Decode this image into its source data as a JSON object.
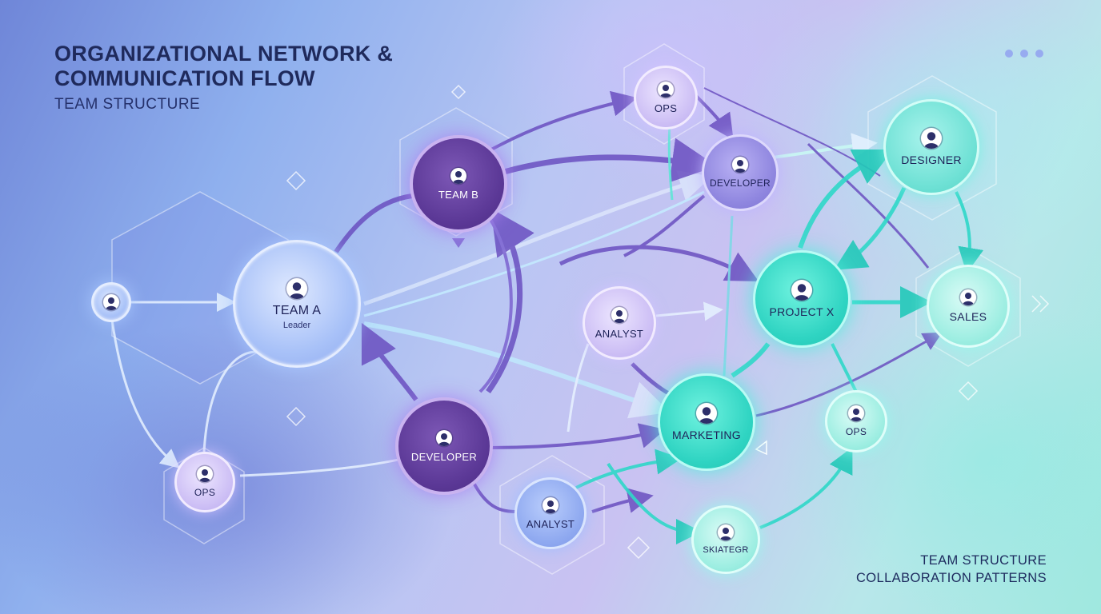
{
  "header": {
    "title_line1": "ORGANIZATIONAL NETWORK &",
    "title_line2": "COMMUNICATION FLOW",
    "subtitle": "TEAM STRUCTURE"
  },
  "footer": {
    "line1": "TEAM STRUCTURE",
    "line2": "COLLABORATION PATTERNS"
  },
  "nodes": {
    "team_a": {
      "label": "TEAM A",
      "sub": "Leader"
    },
    "team_b": {
      "label": "TEAM B"
    },
    "developer_left": {
      "label": "DEVELOPER"
    },
    "developer_top": {
      "label": "DEVELOPER"
    },
    "ops_top": {
      "label": "OPS"
    },
    "ops_left": {
      "label": "OPS"
    },
    "ops_right": {
      "label": "OPS"
    },
    "analyst_mid": {
      "label": "ANALYST"
    },
    "analyst_bottom": {
      "label": "ANALYST"
    },
    "marketing": {
      "label": "MARKETING"
    },
    "project_x": {
      "label": "PROJECT X"
    },
    "designer": {
      "label": "DESIGNER"
    },
    "sales": {
      "label": "SALES"
    },
    "strategy": {
      "label": "SKIATEGr"
    }
  },
  "colors": {
    "title": "#1f2a5c",
    "dark_node": "#5b3896",
    "teal_node": "#2fd4c2",
    "light_node": "#a9c2f8",
    "flow_purple": "#6a4fc0",
    "flow_teal": "#2fd8c8",
    "flow_light": "#d8ecff"
  }
}
